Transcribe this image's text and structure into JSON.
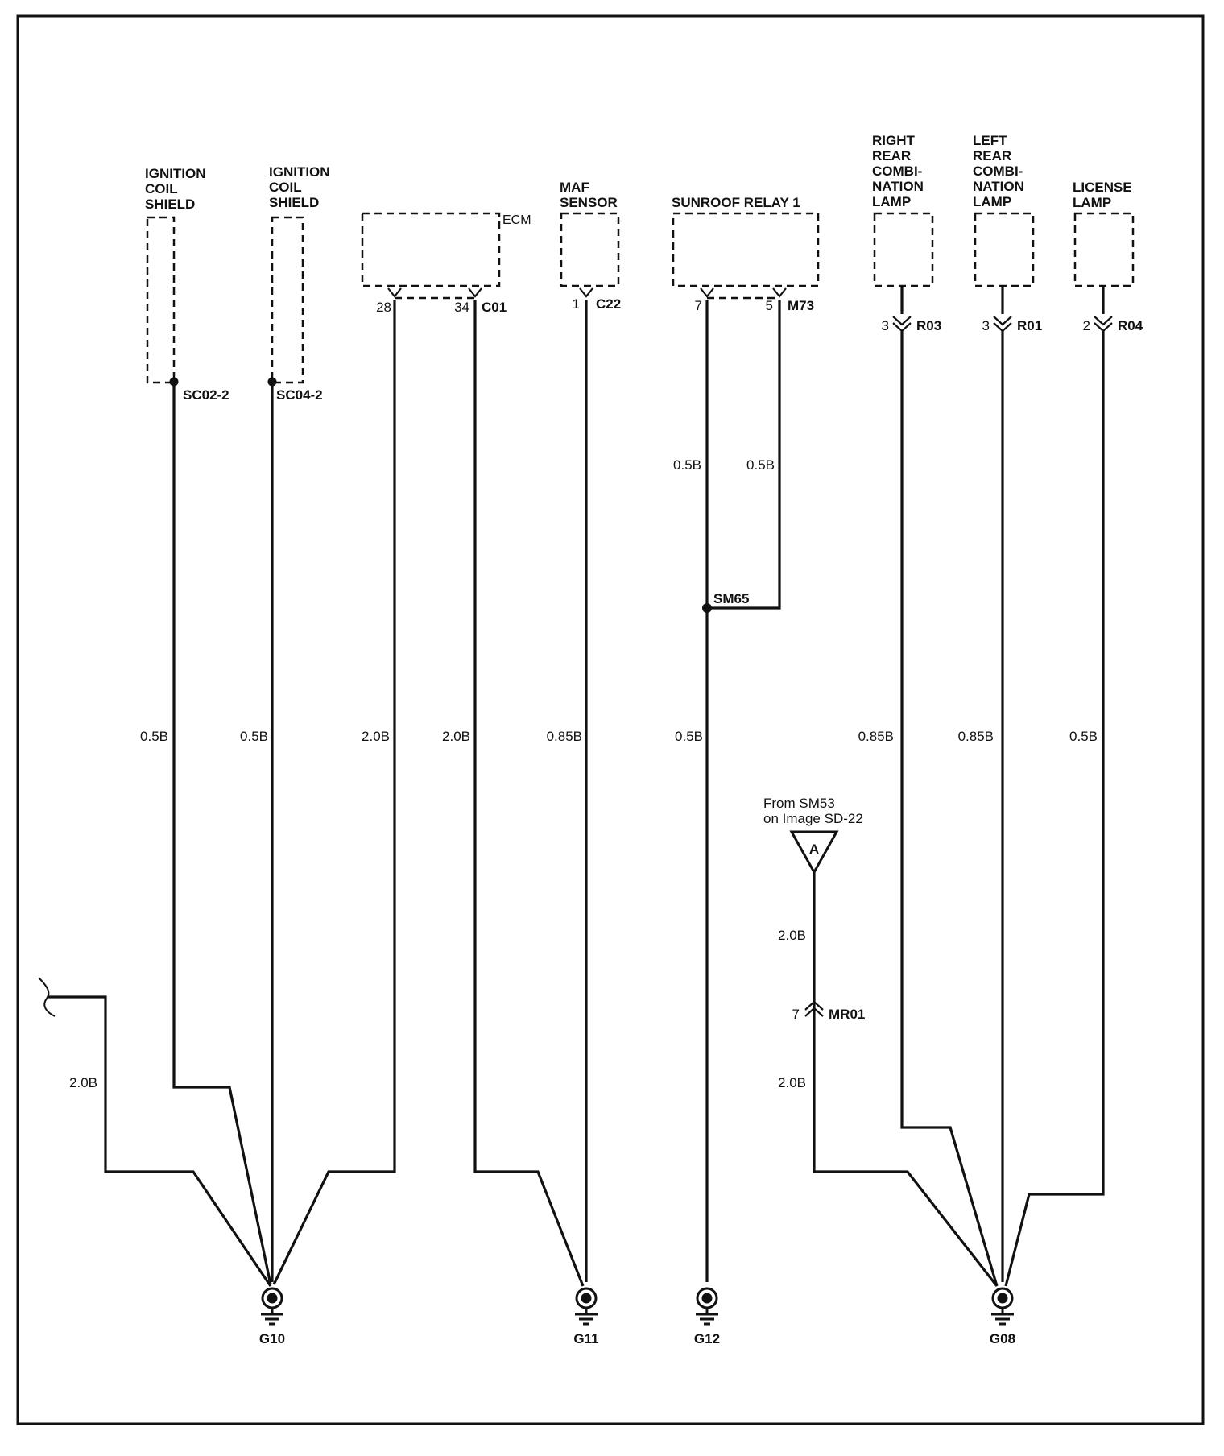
{
  "components": {
    "ign_coil_1": [
      "IGNITION",
      "COIL",
      "SHIELD"
    ],
    "ign_coil_2": [
      "IGNITION",
      "COIL",
      "SHIELD"
    ],
    "ecm": "ECM",
    "maf": [
      "MAF",
      "SENSOR"
    ],
    "sunroof": "SUNROOF RELAY 1",
    "rr_lamp": [
      "RIGHT",
      "REAR",
      "COMBI-",
      "NATION",
      "LAMP"
    ],
    "lr_lamp": [
      "LEFT",
      "REAR",
      "COMBI-",
      "NATION",
      "LAMP"
    ],
    "license": [
      "LICENSE",
      "LAMP"
    ]
  },
  "splices": {
    "sc02": "SC02-2",
    "sc04": "SC04-2",
    "sm65": "SM65"
  },
  "connectors": {
    "c01": "C01",
    "c22": "C22",
    "m73": "M73",
    "r03": "R03",
    "r01": "R01",
    "r04": "R04",
    "mr01": "MR01"
  },
  "pins": {
    "ecm_28": "28",
    "ecm_34": "34",
    "maf_1": "1",
    "sr_7": "7",
    "sr_5": "5",
    "rr_3": "3",
    "lr_3": "3",
    "lic_2": "2",
    "mr01_7": "7"
  },
  "wires": {
    "sr7_upper": "0.5B",
    "sr5_upper": "0.5B",
    "sc02": "0.5B",
    "sc04": "0.5B",
    "ecm28": "2.0B",
    "ecm34": "2.0B",
    "maf": "0.85B",
    "sm65_g12": "0.5B",
    "rr": "0.85B",
    "lr": "0.85B",
    "lic": "0.5B",
    "offpage": "2.0B",
    "a_upper": "2.0B",
    "a_lower": "2.0B"
  },
  "offpage_ref": {
    "letter": "A",
    "line1": "From SM53",
    "line2": "on Image SD-22"
  },
  "grounds": {
    "g10": "G10",
    "g11": "G11",
    "g12": "G12",
    "g08": "G08"
  }
}
